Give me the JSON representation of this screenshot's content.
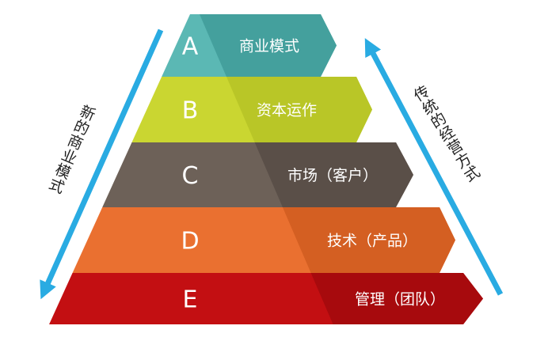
{
  "colors": {
    "arrow": "#29abe2"
  },
  "levels": [
    {
      "letter": "A",
      "label": "商业模式",
      "light": "#5bb8b4",
      "dark": "#44a09d"
    },
    {
      "letter": "B",
      "label": "资本运作",
      "light": "#cad631",
      "dark": "#b9c627"
    },
    {
      "letter": "C",
      "label": "市场（客户）",
      "light": "#6d6158",
      "dark": "#5a4f48"
    },
    {
      "letter": "D",
      "label": "技术（产品）",
      "light": "#ea7030",
      "dark": "#d45f22"
    },
    {
      "letter": "E",
      "label": "管理（团队）",
      "light": "#c30f12",
      "dark": "#a70a0d"
    }
  ],
  "left_arrow_label": "新的商业模式",
  "right_arrow_label": "传统的经营方式"
}
